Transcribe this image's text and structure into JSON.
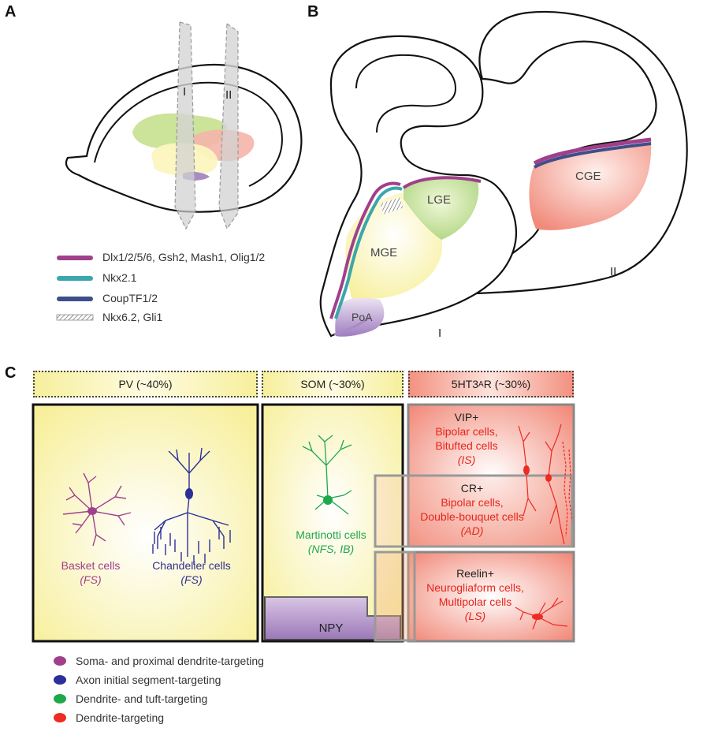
{
  "panels": {
    "a": "A",
    "b": "B",
    "c": "C"
  },
  "panel_a": {
    "planes": [
      "I",
      "II"
    ],
    "legend": [
      {
        "label": "Dlx1/2/5/6, Gsh2, Mash1, Olig1/2",
        "color": "#a0408c"
      },
      {
        "label": "Nkx2.1",
        "color": "#3aa6ad"
      },
      {
        "label": "CoupTF1/2",
        "color": "#3d4f8a"
      },
      {
        "label": "Nkx6.2, Gli1",
        "color": "hatched"
      }
    ]
  },
  "panel_b": {
    "regions": {
      "lge": "LGE",
      "mge": "MGE",
      "poa": "PoA",
      "cge": "CGE"
    },
    "sections": {
      "one": "I",
      "two": "II"
    }
  },
  "panel_c": {
    "headers": {
      "pv": "PV (~40%)",
      "som": "SOM (~30%)",
      "htr_base": "5HT3",
      "htr_sub": "A",
      "htr_tail": "R (~30%)"
    },
    "pv": {
      "basket_name": "Basket cells",
      "basket_type": "(FS)",
      "chandelier_name": "Chandelier cells",
      "chandelier_type": "(FS)"
    },
    "som": {
      "name": "Martinotti cells",
      "type": "(NFS, IB)",
      "npy": "NPY"
    },
    "vip": {
      "marker": "VIP+",
      "line1": "Bipolar cells,",
      "line2": "Bitufted cells",
      "type": "(IS)"
    },
    "cr": {
      "marker": "CR+",
      "line1": "Bipolar cells,",
      "line2": "Double-bouquet cells",
      "type": "(AD)"
    },
    "reelin": {
      "marker": "Reelin+",
      "line1": "Neurogliaform cells,",
      "line2": "Multipolar cells",
      "type": "(LS)"
    },
    "legend": [
      {
        "label": "Soma- and proximal dendrite-targeting",
        "color": "#a0408c"
      },
      {
        "label": "Axon initial segment-targeting",
        "color": "#2b2f9a"
      },
      {
        "label": "Dendrite- and tuft-targeting",
        "color": "#1ea84a"
      },
      {
        "label": "Dendrite-targeting",
        "color": "#ee2a22"
      }
    ]
  }
}
